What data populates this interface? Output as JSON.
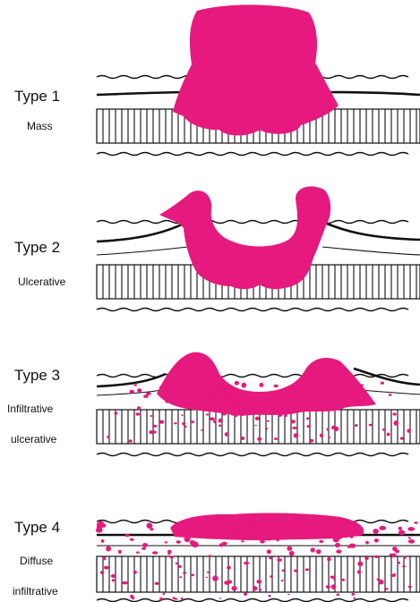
{
  "colors": {
    "tumor": "#e6197e",
    "line": "#111111"
  },
  "panels": [
    {
      "title": "Type 1",
      "subtitle_lines": [
        "Mass"
      ]
    },
    {
      "title": "Type 2",
      "subtitle_lines": [
        "Ulcerative"
      ]
    },
    {
      "title": "Type 3",
      "subtitle_lines": [
        "Infiltrative",
        "ulcerative"
      ]
    },
    {
      "title": "Type 4",
      "subtitle_lines": [
        "Diffuse",
        "infiltrative"
      ]
    }
  ]
}
